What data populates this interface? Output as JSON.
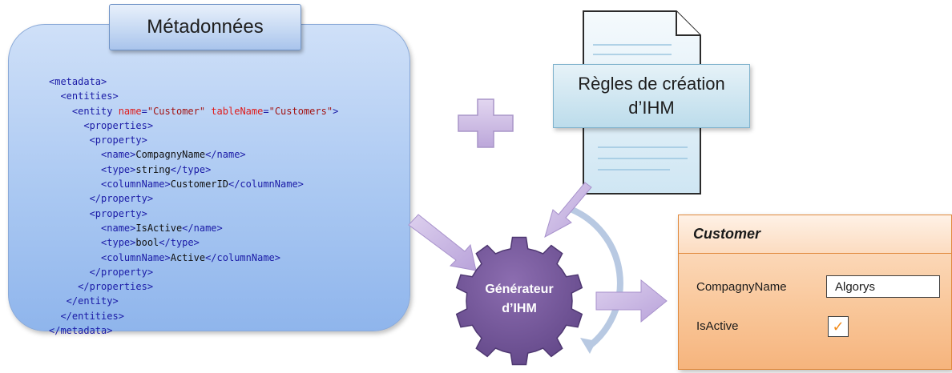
{
  "metadata_panel": {
    "title": "Métadonnées",
    "xml_lines": [
      [
        {
          "t": "tg",
          "v": "<metadata>"
        }
      ],
      [
        {
          "t": "tg",
          "v": "  <entities>"
        }
      ],
      [
        {
          "t": "tg",
          "v": "    <entity "
        },
        {
          "t": "an",
          "v": "name"
        },
        {
          "t": "tg",
          "v": "="
        },
        {
          "t": "av",
          "v": "\"Customer\""
        },
        {
          "t": "tg",
          "v": " "
        },
        {
          "t": "an",
          "v": "tableName"
        },
        {
          "t": "tg",
          "v": "="
        },
        {
          "t": "av",
          "v": "\"Customers\""
        },
        {
          "t": "tg",
          "v": ">"
        }
      ],
      [
        {
          "t": "tg",
          "v": "      <properties>"
        }
      ],
      [
        {
          "t": "tg",
          "v": "       <property>"
        }
      ],
      [
        {
          "t": "tg",
          "v": "         <name>"
        },
        {
          "t": "tx",
          "v": "CompagnyName"
        },
        {
          "t": "tg",
          "v": "</name>"
        }
      ],
      [
        {
          "t": "tg",
          "v": "         <type>"
        },
        {
          "t": "tx",
          "v": "string"
        },
        {
          "t": "tg",
          "v": "</type>"
        }
      ],
      [
        {
          "t": "tg",
          "v": "         <columnName>"
        },
        {
          "t": "tx",
          "v": "CustomerID"
        },
        {
          "t": "tg",
          "v": "</columnName>"
        }
      ],
      [
        {
          "t": "tg",
          "v": "       </property>"
        }
      ],
      [
        {
          "t": "tg",
          "v": "       <property>"
        }
      ],
      [
        {
          "t": "tg",
          "v": "         <name>"
        },
        {
          "t": "tx",
          "v": "IsActive"
        },
        {
          "t": "tg",
          "v": "</name>"
        }
      ],
      [
        {
          "t": "tg",
          "v": "         <type>"
        },
        {
          "t": "tx",
          "v": "bool"
        },
        {
          "t": "tg",
          "v": "</type>"
        }
      ],
      [
        {
          "t": "tg",
          "v": "         <columnName>"
        },
        {
          "t": "tx",
          "v": "Active"
        },
        {
          "t": "tg",
          "v": "</columnName>"
        }
      ],
      [
        {
          "t": "tg",
          "v": "       </property>"
        }
      ],
      [
        {
          "t": "tg",
          "v": "     </properties>"
        }
      ],
      [
        {
          "t": "tg",
          "v": "   </entity>"
        }
      ],
      [
        {
          "t": "tg",
          "v": "  </entities>"
        }
      ],
      [
        {
          "t": "tg",
          "v": "</metadata>"
        }
      ]
    ]
  },
  "rules_box": {
    "line1": "Règles de création",
    "line2": "d’IHM"
  },
  "generator": {
    "line1": "Générateur",
    "line2": "d’IHM"
  },
  "customer_form": {
    "title": "Customer",
    "field1_label": "CompagnyName",
    "field1_value": "Algorys",
    "field2_label": "IsActive",
    "field2_checked": true
  },
  "colors": {
    "tag": "#1a1aa6",
    "attr_name": "#e01b1b",
    "attr_value": "#a31515",
    "gear": "#7a5a9e",
    "arrow": "#c9b6e4",
    "form_border": "#e0893d",
    "check": "#f28a1a"
  },
  "icons": [
    "plus-icon",
    "document-icon",
    "gear-icon",
    "checkmark-icon"
  ]
}
